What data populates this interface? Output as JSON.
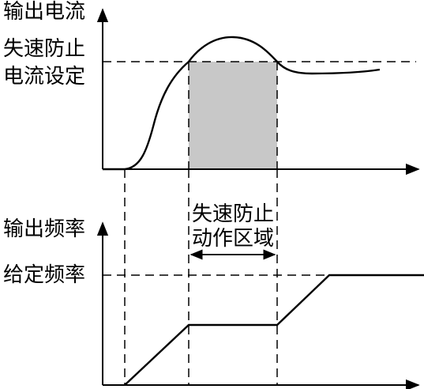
{
  "top_chart": {
    "y_axis_label": "输出电流",
    "threshold_label_line1": "失速防止",
    "threshold_label_line2": "电流设定"
  },
  "bottom_chart": {
    "y_axis_label": "输出频率",
    "setpoint_label": "给定频率"
  },
  "region": {
    "label_line1": "失速防止",
    "label_line2": "动作区域"
  },
  "colors": {
    "stroke": "#000000",
    "region_fill": "#c8c8c8",
    "background": "#ffffff"
  }
}
